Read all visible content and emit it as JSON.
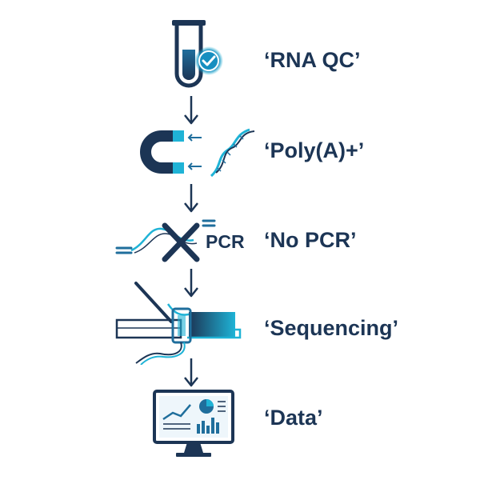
{
  "steps": [
    {
      "id": "rna-qc",
      "label": "‘RNA QC’",
      "icon": "test-tube-check-icon"
    },
    {
      "id": "poly-a",
      "label": "‘Poly(A)+’",
      "icon": "magnet-rna-icon"
    },
    {
      "id": "no-pcr",
      "label": "‘No PCR’",
      "icon": "crossed-pcr-icon",
      "icon_text": "PCR"
    },
    {
      "id": "sequencing",
      "label": "‘Sequencing’",
      "icon": "sequencer-icon"
    },
    {
      "id": "data",
      "label": "‘Data’",
      "icon": "monitor-dashboard-icon"
    }
  ],
  "colors": {
    "navy": "#1c3555",
    "blue": "#1f6e9c",
    "cyan": "#1fb3d6",
    "background": "#ffffff"
  }
}
